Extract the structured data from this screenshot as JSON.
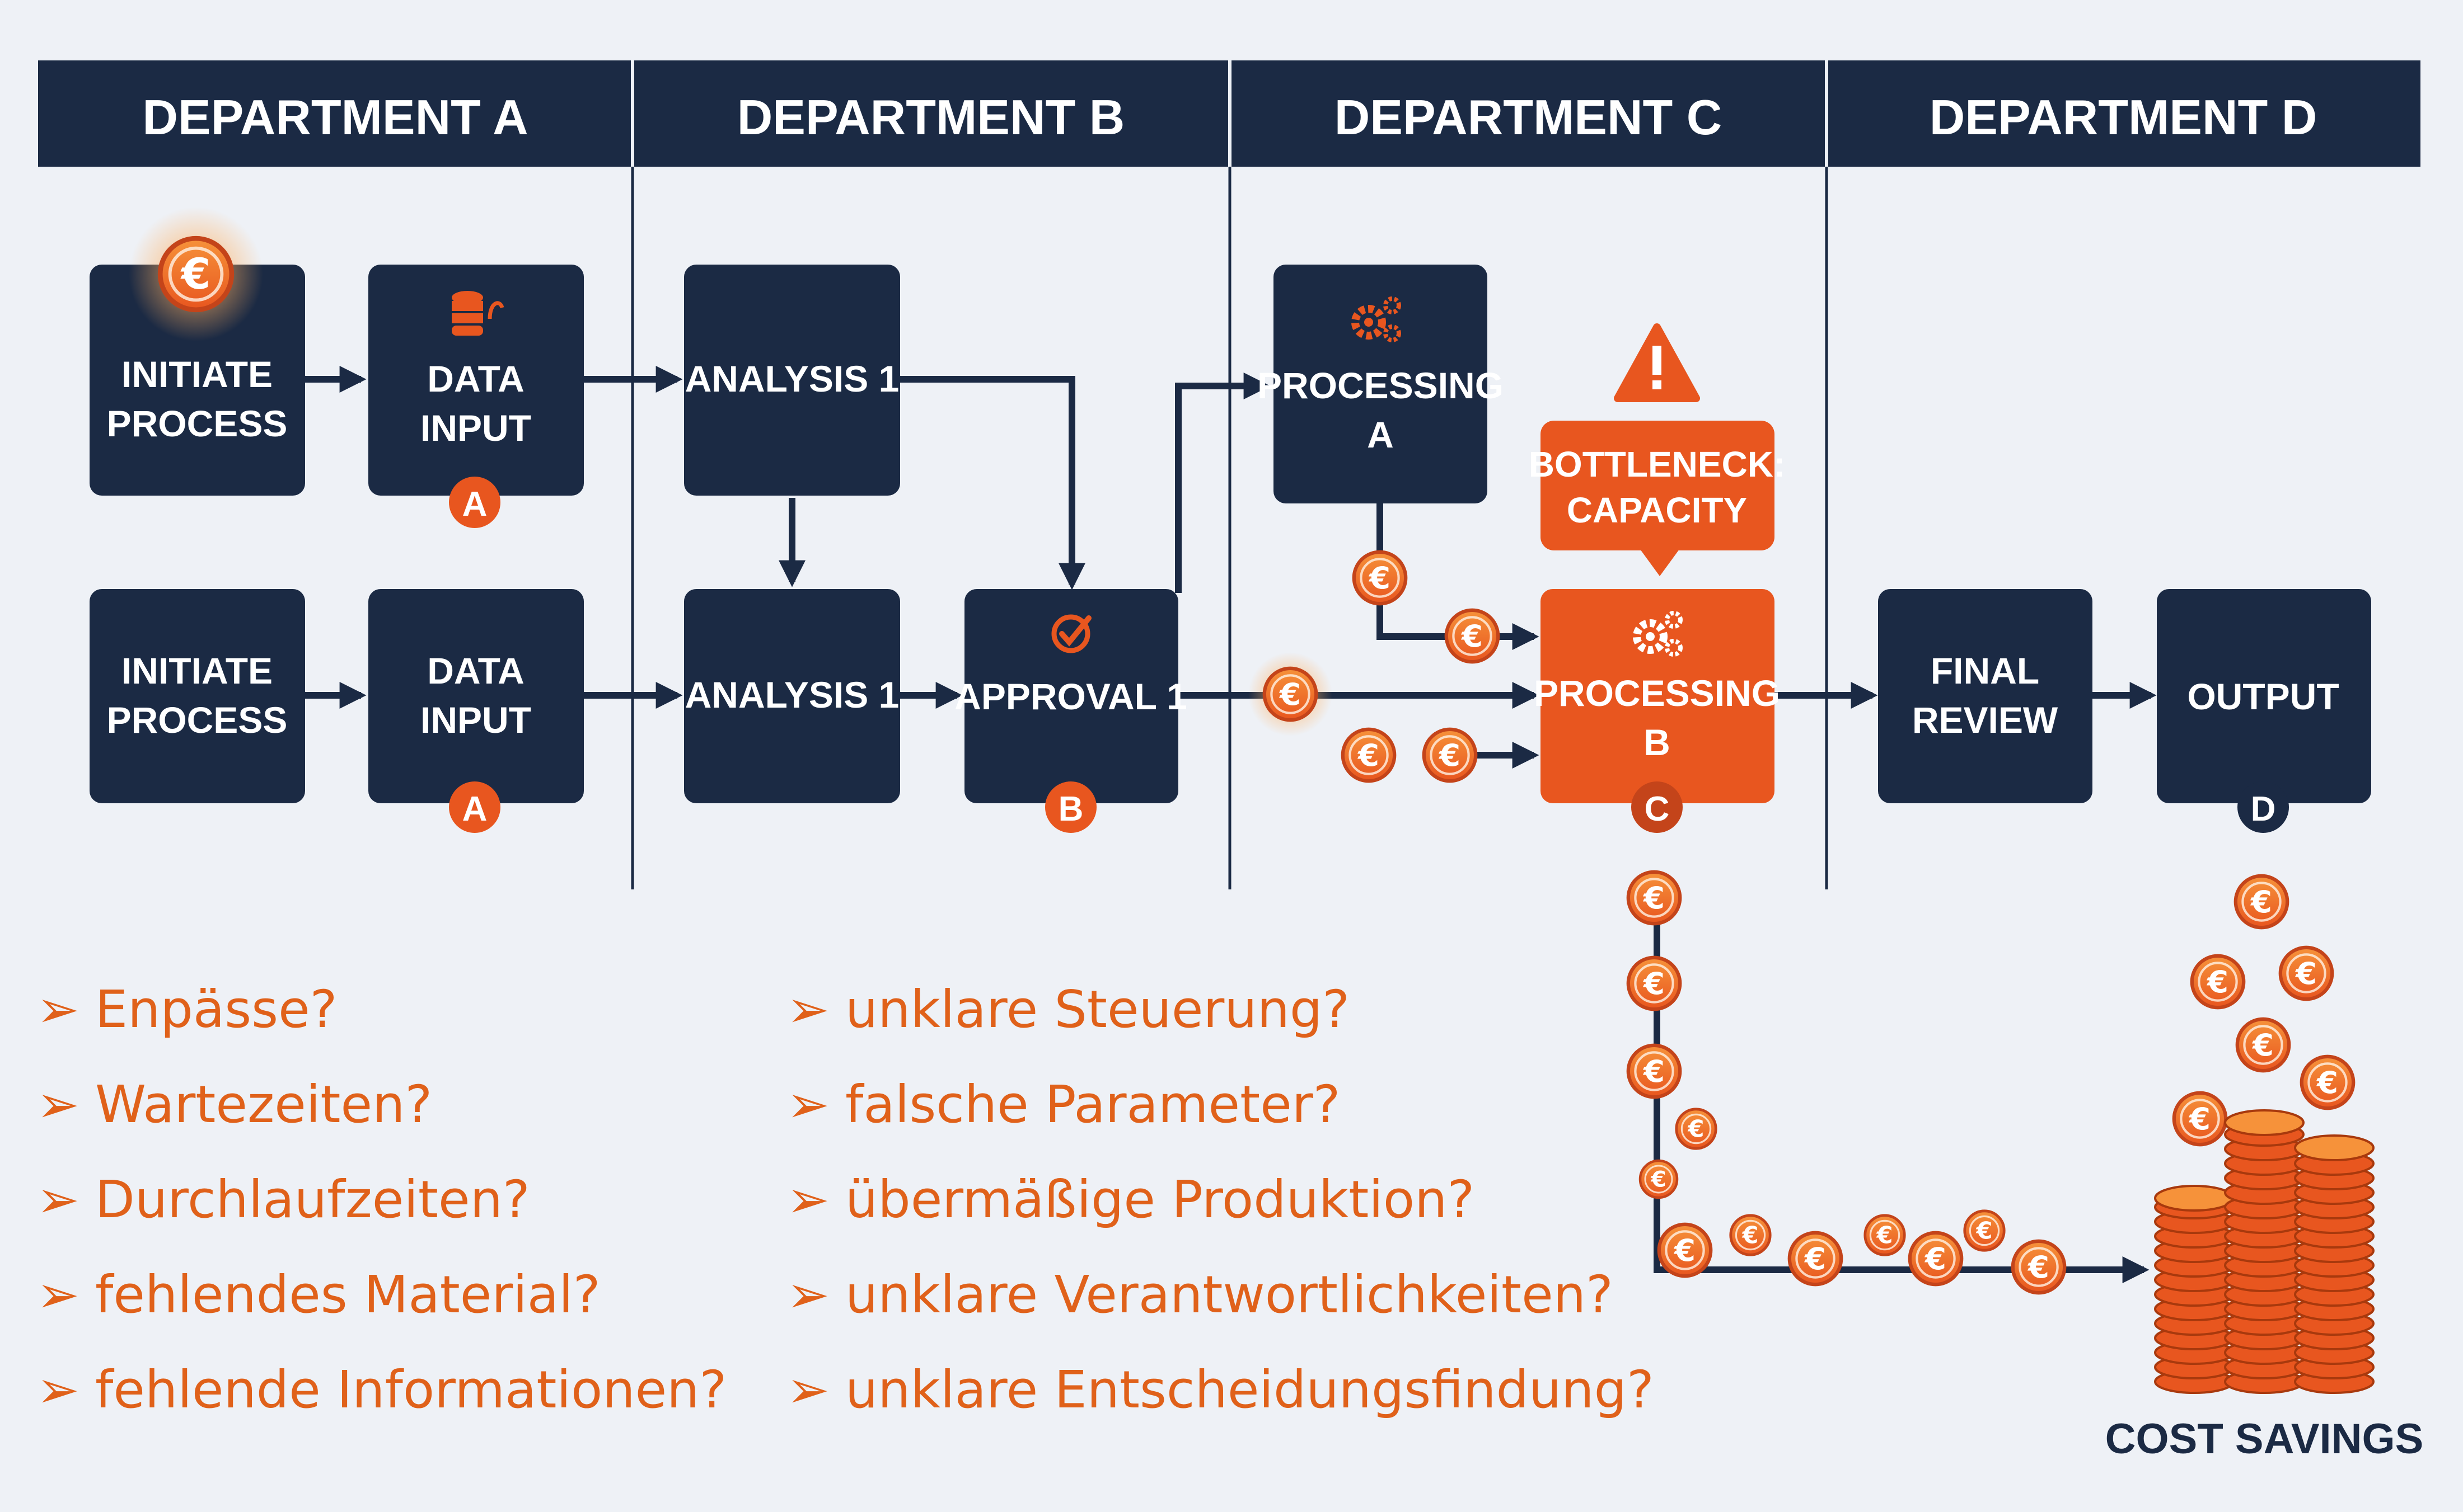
{
  "departments": [
    "DEPARTMENT A",
    "DEPARTMENT B",
    "DEPARTMENT C",
    "DEPARTMENT D"
  ],
  "row1": {
    "initiate": [
      "INITIATE",
      "PROCESS"
    ],
    "data_input": [
      "DATA",
      "INPUT"
    ],
    "data_input_badge": "A",
    "analysis": "ANALYSIS 1",
    "processing_a": [
      "PROCESSING",
      "A"
    ]
  },
  "row2": {
    "initiate": [
      "INITIATE",
      "PROCESS"
    ],
    "data_input": [
      "DATA",
      "INPUT"
    ],
    "data_input_badge": "A",
    "analysis": "ANALYSIS 1",
    "approval": "APPROVAL 1",
    "approval_badge": "B",
    "processing_b": [
      "PROCESSING",
      "B"
    ],
    "processing_b_badge": "C",
    "final_review": [
      "FINAL",
      "REVIEW"
    ],
    "output": "OUTPUT",
    "output_badge": "D"
  },
  "bottleneck": [
    "BOTTLENECK:",
    "CAPACITY"
  ],
  "cost_savings": "COST SAVINGS",
  "coin_symbol": "€",
  "questions_left": [
    "Enpässe?",
    "Wartezeiten?",
    "Durchlaufzeiten?",
    "fehlendes Material?",
    "fehlende Informationen?"
  ],
  "questions_right": [
    "unklare Steuerung?",
    "falsche Parameter?",
    "übermäßige Produktion?",
    "unklare Verantwortlichkeiten?",
    "unklare Entscheidungsfindung?"
  ],
  "bullet_marker": "➢",
  "colors": {
    "navy": "#1b2a44",
    "orange": "#e8561f",
    "accent_text": "#e0611a",
    "background": "#eef1f6"
  },
  "icons": [
    "euro-coin-icon",
    "database-icon",
    "gears-icon",
    "checkmark-icon",
    "warning-icon",
    "coin-stack-icon"
  ]
}
